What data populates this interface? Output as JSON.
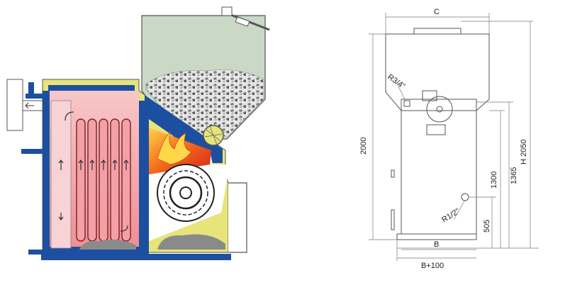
{
  "drawing": {
    "dimensions": {
      "C": "C",
      "H2000": "2000",
      "H2050": "H 2050",
      "H1365": "1365",
      "H1300": "1300",
      "H505": "505",
      "R34": "R3/4\"",
      "R12": "R1/2\"",
      "B": "B",
      "B100": "B+100"
    }
  },
  "colors": {
    "casing_blue": "#1c4fa0",
    "insulation_yellow": "#e6e47a",
    "hopper_green": "#c9d9c6",
    "hot_gas_pink": "#f3a9ad",
    "flame_orange": "#f06a1a",
    "line_gray": "#6a6a6a"
  }
}
